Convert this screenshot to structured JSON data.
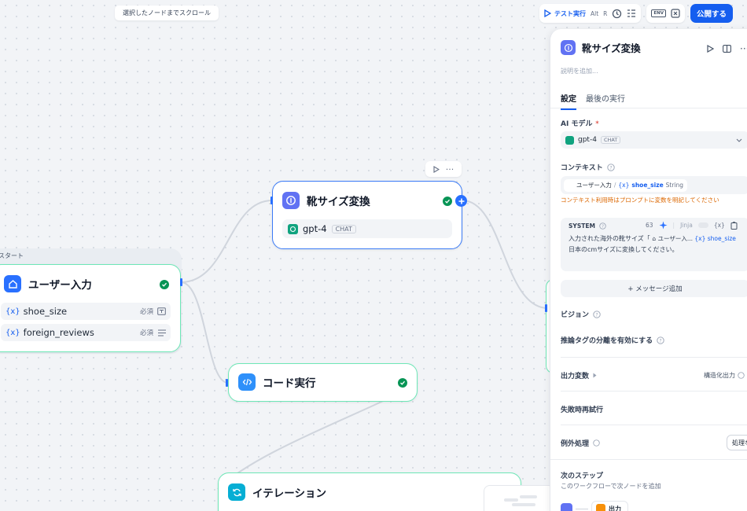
{
  "canvas": {
    "scroll_to_selected": "選択したノードまでスクロール"
  },
  "toolbar": {
    "test_run": "テスト実行",
    "shortcut_alt": "Alt",
    "shortcut_r": "R",
    "env_label": "ENV",
    "publish": "公開する"
  },
  "nodes": {
    "llm": {
      "title": "靴サイズ変換",
      "model": "gpt-4",
      "model_tag": "CHAT"
    },
    "start": {
      "group_label": "スタート",
      "title": "ユーザー入力",
      "required": "必須",
      "variables": [
        "shoe_size",
        "foreign_reviews"
      ]
    },
    "code": {
      "title": "コード実行"
    },
    "iteration": {
      "title": "イテレーション"
    }
  },
  "panel": {
    "title": "靴サイズ変換",
    "description_placeholder": "説明を追加...",
    "tabs": {
      "settings": "設定",
      "last_run": "最後の実行"
    },
    "model_label": "AI モデル",
    "model_required": "*",
    "model_name": "gpt-4",
    "model_tag": "CHAT",
    "context_label": "コンテキスト",
    "context_source": "ユーザー入力",
    "context_separator": "/",
    "context_var": "shoe_size",
    "context_type": "String",
    "context_warning": "コンテキスト利用時はプロンプトに変数を明記してください",
    "system_label": "SYSTEM",
    "system_count": "63",
    "jinja": "Jinja",
    "prompt_line1": "入力された海外の靴サイズ「",
    "prompt_ref_node": "ユーザー入...",
    "prompt_ref_var": "shoe_size",
    "prompt_line2": "日本のcmサイズに変換してください。",
    "add_message": "+ メッセージ追加",
    "vision": "ビジョン",
    "reasoning_tag": "推論タグの分離を有効にする",
    "output_vars": "出力変数",
    "structured_output": "構造化出力",
    "retry": "失敗時再試行",
    "exception": "例外処理",
    "exception_value": "処理な",
    "next_step": "次のステップ",
    "next_step_desc": "このワークフローで次ノードを追加",
    "next_node": "出力"
  },
  "colors": {
    "accent": "#155eef",
    "success": "#079455",
    "llm_icon": "#6172f3",
    "start_icon": "#2970ff",
    "iteration_icon": "#06aed4",
    "warning_text": "#dc6803"
  }
}
